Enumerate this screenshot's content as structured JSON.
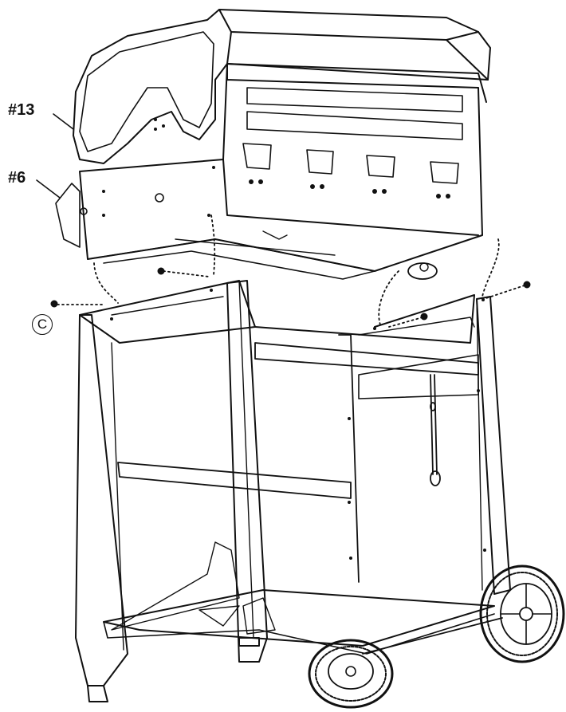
{
  "callouts": {
    "lid_part": "#13",
    "side_part": "#6",
    "screw_part": "C"
  },
  "colors": {
    "line": "#111111",
    "background": "#ffffff"
  }
}
